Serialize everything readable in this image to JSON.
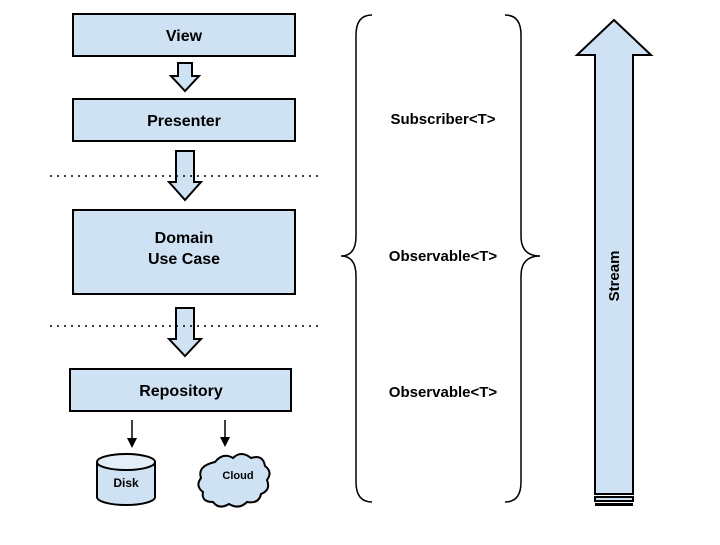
{
  "layers": {
    "view": "View",
    "presenter": "Presenter",
    "domain_line1": "Domain",
    "domain_line2": "Use Case",
    "repository": "Repository",
    "disk": "Disk",
    "cloud": "Cloud"
  },
  "types": {
    "subscriber": "Subscriber<T>",
    "observable_domain": "Observable<T>",
    "observable_repository": "Observable<T>"
  },
  "stream_label": "Stream",
  "colors": {
    "box_fill": "#cfe2f3",
    "stroke": "#000000"
  }
}
